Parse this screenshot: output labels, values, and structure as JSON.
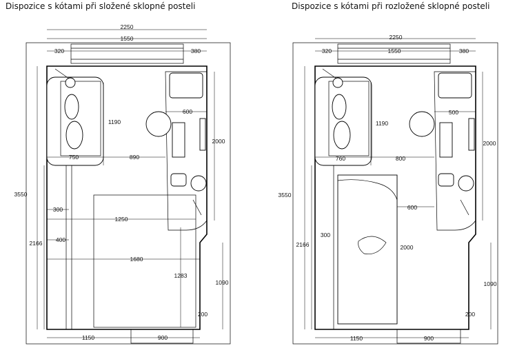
{
  "titles": {
    "left": "Dispozice s kótami při složené sklopné posteli",
    "right": "Dispozice s kótami při rozložené sklopné posteli"
  },
  "left_plan": {
    "dims": {
      "total_width": "2250",
      "top_mid": "1550",
      "top_left": "320",
      "top_right": "380",
      "height_total": "3550",
      "height_lower": "2166",
      "right_upper": "2000",
      "right_lower": "1090",
      "sofa_depth": "1190",
      "sofa_w": "750",
      "desk_gap": "890",
      "desk_w": "600",
      "bed_w": "1250",
      "corridor_w": "1680",
      "side_300": "300",
      "side_400": "400",
      "bed_depth": "1283",
      "bottom_left": "1150",
      "bottom_door": "900",
      "small_200": "200"
    }
  },
  "right_plan": {
    "dims": {
      "total_width": "2250",
      "top_mid": "1550",
      "top_left": "320",
      "top_right": "380",
      "height_total": "3550",
      "height_lower": "2166",
      "right_upper": "2000",
      "right_lower": "1090",
      "sofa_depth": "1190",
      "sofa_w": "760",
      "desk_gap": "800",
      "desk_w": "500",
      "bed_gap": "600",
      "bed_len": "2000",
      "side_300": "300",
      "bottom_left": "1150",
      "bottom_door": "900",
      "small_200": "200"
    }
  }
}
